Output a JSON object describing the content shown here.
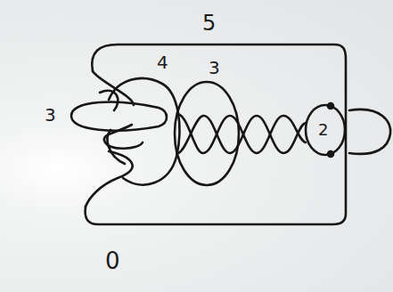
{
  "diagram": {
    "labels": [
      "5",
      "4",
      "3",
      "3",
      "2",
      "0"
    ]
  }
}
